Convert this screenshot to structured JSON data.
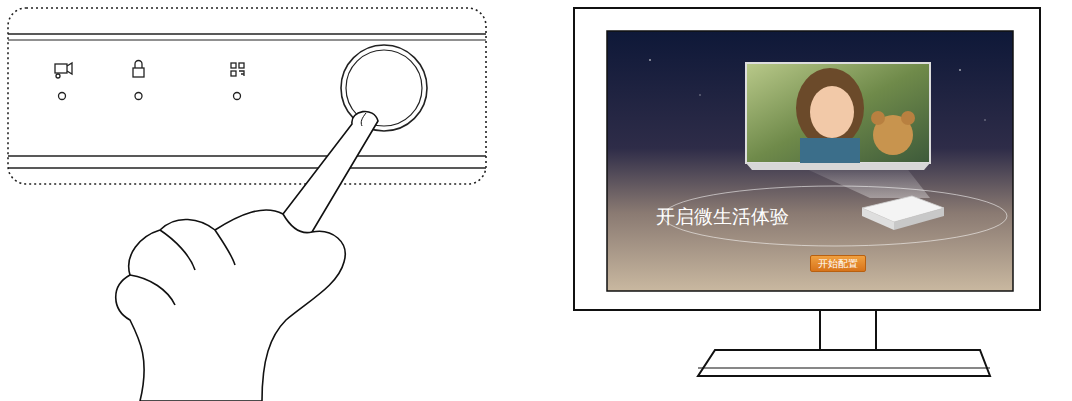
{
  "diagram": {
    "nodes": [
      {
        "text": [
          "开启微生活体验"
        ]
      },
      {
        "text": [
          "开始配置"
        ],
        "in": 0
      }
    ]
  }
}
